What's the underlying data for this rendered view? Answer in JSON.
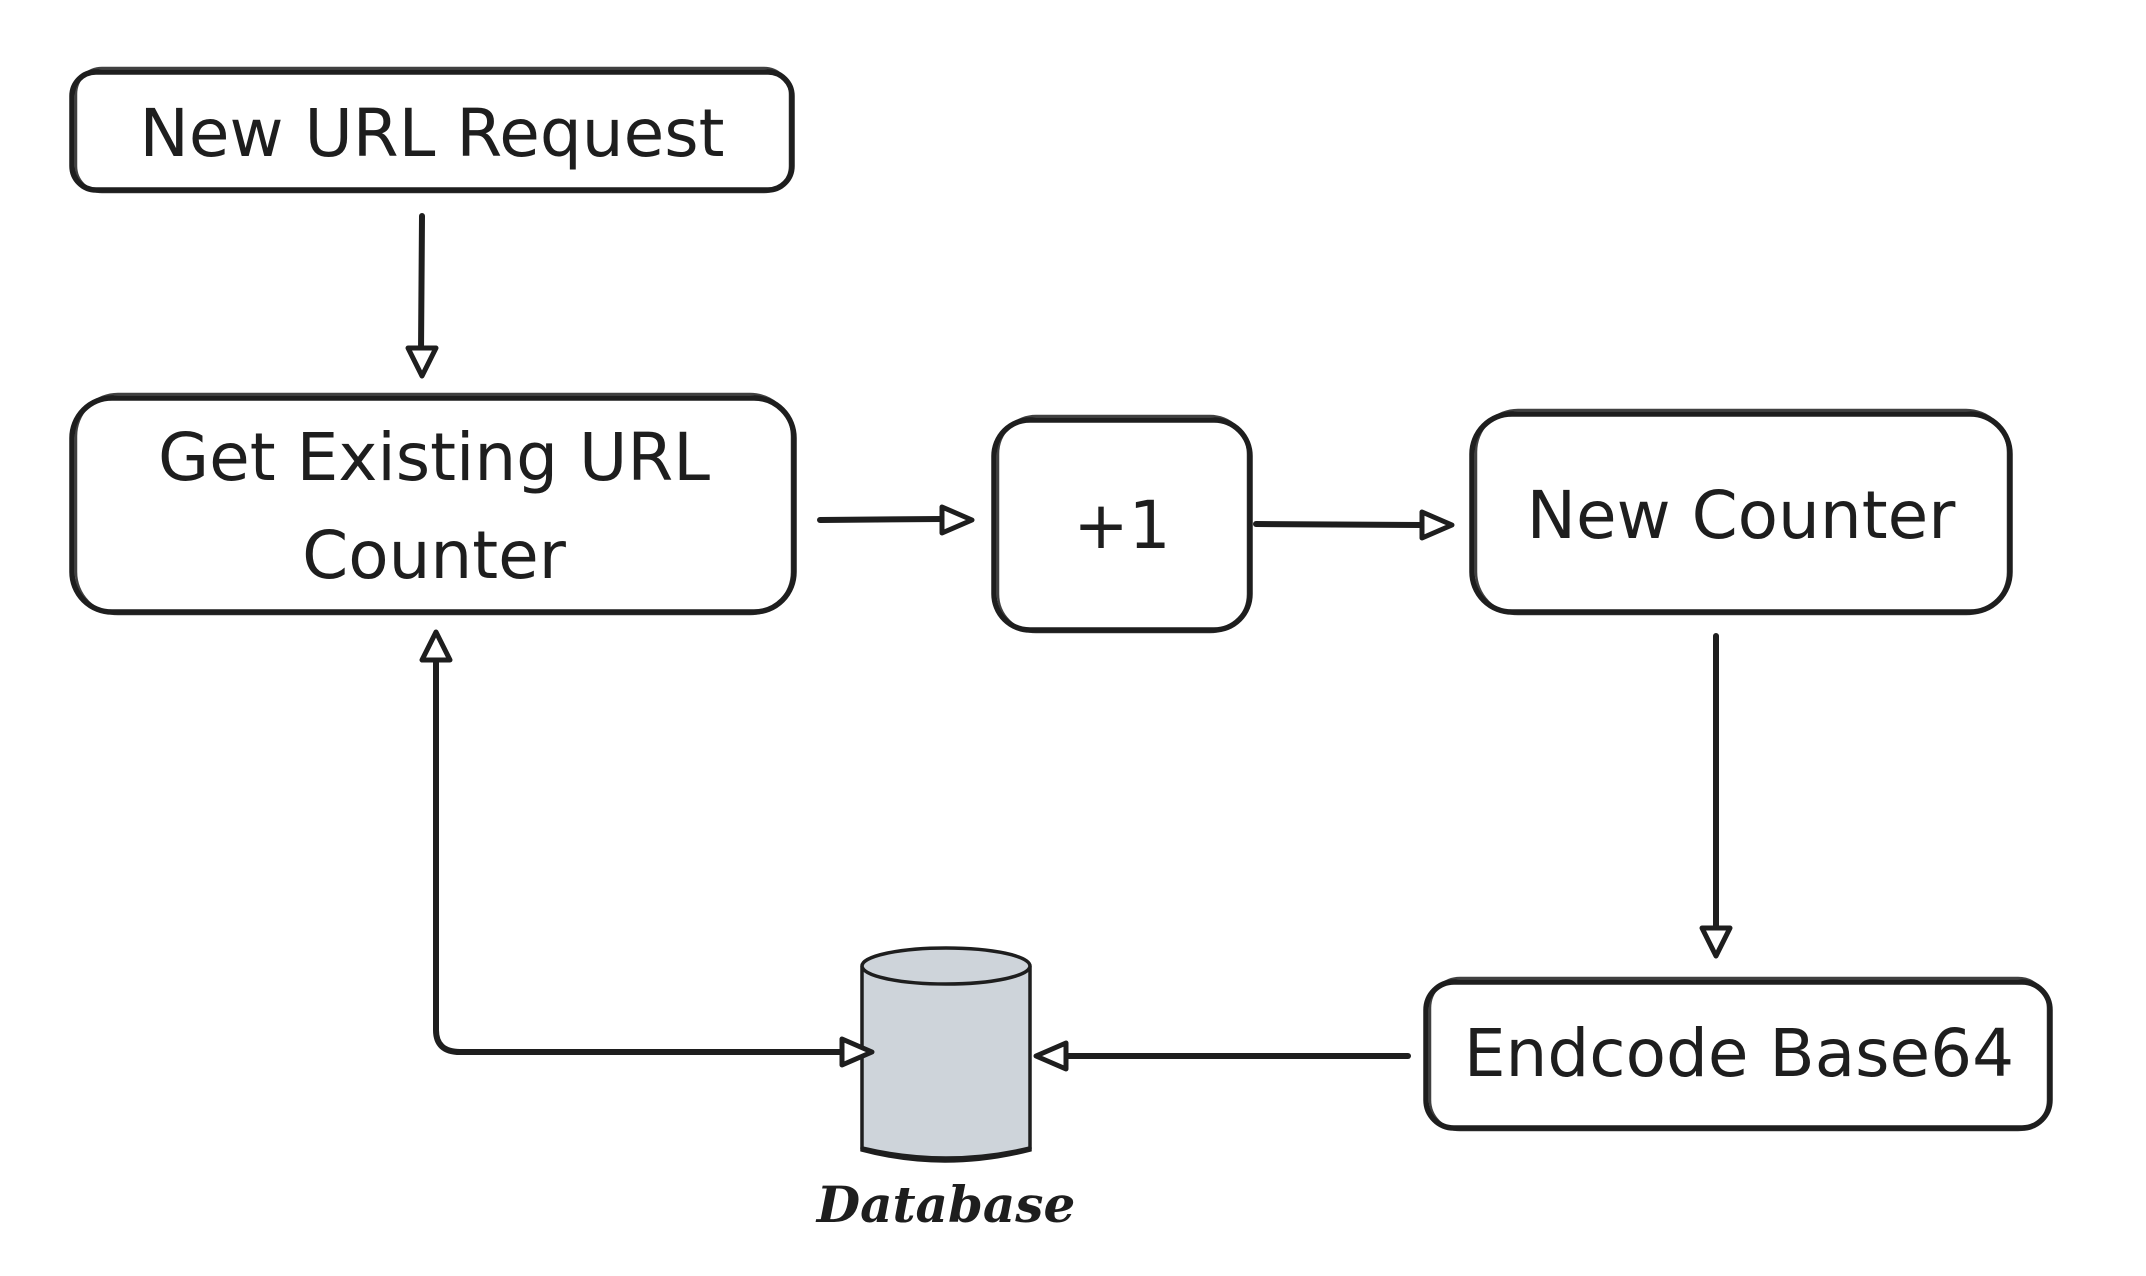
{
  "diagram": {
    "nodes": {
      "new_url_request": "New URL Request",
      "get_counter_line1": "Get Existing URL",
      "get_counter_line2": "Counter",
      "increment": "+1",
      "new_counter": "New Counter",
      "encode": "Endcode Base64",
      "database": "Database"
    },
    "colors": {
      "stroke": "#1e1e1e",
      "box_fill": "#ffffff",
      "database_fill": "#ced4da"
    }
  }
}
